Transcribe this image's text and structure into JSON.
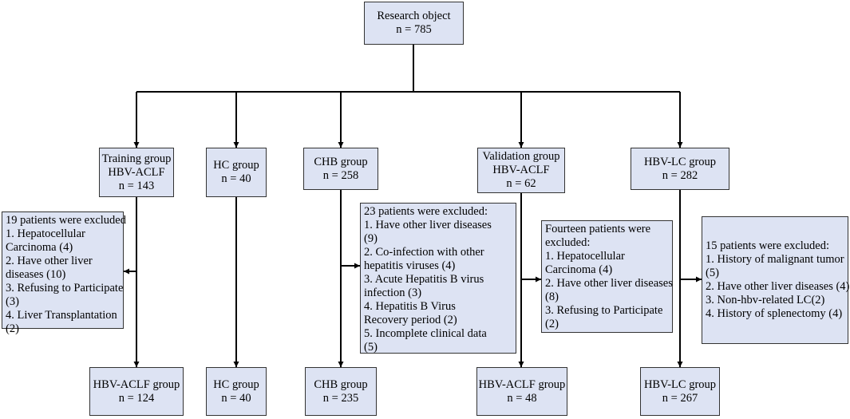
{
  "root": {
    "title": "Research object",
    "count": "n = 785"
  },
  "groups": [
    {
      "name": "Training group",
      "sub": "HBV-ACLF",
      "count": "n = 143"
    },
    {
      "name": "HC group",
      "count": "n = 40"
    },
    {
      "name": "CHB group",
      "count": "n = 258"
    },
    {
      "name": "Validation group",
      "sub": "HBV-ACLF",
      "count": "n = 62"
    },
    {
      "name": "HBV-LC group",
      "count": "n = 282"
    }
  ],
  "exclusions": [
    {
      "lines": [
        "19 patients were excluded",
        "1. Hepatocellular",
        "Carcinoma (4)",
        "2. Have other liver",
        "diseases (10)",
        "3. Refusing to Participate",
        "(3)",
        "4. Liver Transplantation",
        "(2)"
      ]
    },
    {
      "lines": [
        "23 patients were excluded:",
        "1. Have other liver diseases",
        "(9)",
        "2. Co-infection with other",
        "hepatitis viruses (4)",
        "3. Acute Hepatitis B virus",
        "infection (3)",
        "4. Hepatitis B Virus",
        "Recovery period (2)",
        "5. Incomplete clinical data",
        "(5)"
      ]
    },
    {
      "lines": [
        "Fourteen patients were",
        "excluded:",
        "1. Hepatocellular",
        "Carcinoma (4)",
        "2. Have other liver diseases",
        "(8)",
        "3. Refusing to Participate",
        "(2)"
      ]
    },
    {
      "lines": [
        "15 patients were excluded:",
        "1. History of malignant tumor",
        "(5)",
        "2. Have other liver diseases (4)",
        "3. Non-hbv-related LC(2)",
        "4. History of splenectomy (4)"
      ]
    }
  ],
  "finals": [
    {
      "name": "HBV-ACLF group",
      "count": "n = 124"
    },
    {
      "name": "HC group",
      "count": "n = 40"
    },
    {
      "name": "CHB group",
      "count": "n = 235"
    },
    {
      "name": "HBV-ACLF group",
      "count": "n = 48"
    },
    {
      "name": "HBV-LC group",
      "count": "n = 267"
    }
  ]
}
